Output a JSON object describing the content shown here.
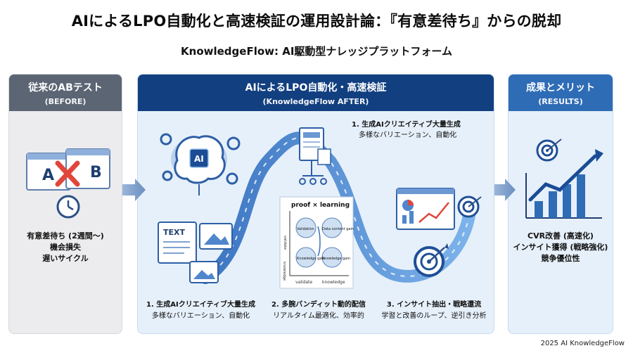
{
  "header": {
    "title": "AIによるLPO自動化と高速検証の運用設計論：『有意差待ち』からの脱却",
    "subtitle": "KnowledgeFlow: AI駆動型ナレッジプラットフォーム"
  },
  "before": {
    "title": "従来のABテスト",
    "subtitle": "(BEFORE)",
    "ab_a": "A",
    "ab_b": "B",
    "lines": [
      "有意差待ち (2週間〜)",
      "機会損失",
      "遅いサイクル"
    ]
  },
  "after": {
    "title": "AIによるLPO自動化・高速検証",
    "subtitle": "(KnowledgeFlow AFTER)",
    "ai_chip": "AI",
    "text_card": "TEXT",
    "step1_top": {
      "title": "1. 生成AIクリエイティブ大量生成",
      "desc": "多様なバリエーション、自動化"
    },
    "diagram": {
      "title": "proof × learning",
      "left_axis": "validate",
      "left_axis2": "knowledge",
      "bottom_left": "validate",
      "bottom_right": "knowledge",
      "q1": "Validation",
      "q2": "Data content gain",
      "q3": "Knowledge gain",
      "q4": "Knowledge gain"
    },
    "steps": [
      {
        "title": "1. 生成AIクリエイティブ大量生成",
        "desc": "多様なバリエーション、自動化"
      },
      {
        "title": "2. 多腕バンディット動的配信",
        "desc": "リアルタイム最適化、効率的"
      },
      {
        "title": "3. インサイト抽出・戦略還流",
        "desc": "学習と改善のループ、逆引き分析"
      }
    ]
  },
  "results": {
    "title": "成果とメリット",
    "subtitle": "(RESULTS)",
    "lines": [
      "CVR改善 (高速化)",
      "インサイト獲得 (戦略強化)",
      "競争優位性"
    ]
  },
  "footer": "2025 AI KnowledgeFlow",
  "colors": {
    "navy": "#123f80",
    "blue": "#2f6cb6",
    "gray": "#5b6574",
    "red": "#e0463c"
  }
}
